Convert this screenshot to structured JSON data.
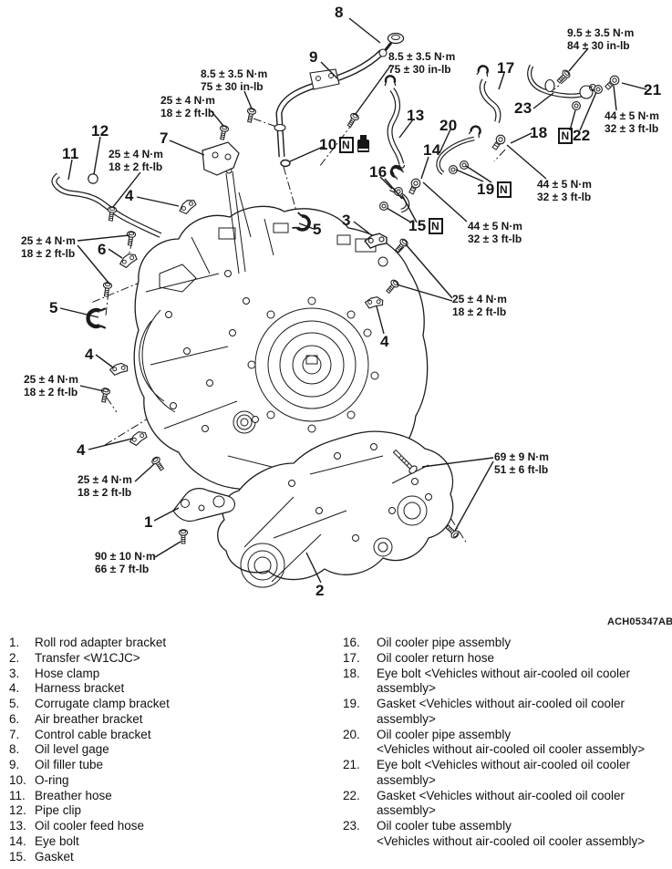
{
  "figure": {
    "code": "ACH05347AB"
  },
  "symbols": {
    "new_part": "N"
  },
  "callouts": {
    "c1": "1",
    "c2": "2",
    "c3": "3",
    "c4": "4",
    "c5": "5",
    "c6": "6",
    "c7": "7",
    "c8": "8",
    "c9": "9",
    "c10": "10",
    "c11": "11",
    "c12": "12",
    "c13": "13",
    "c14": "14",
    "c15": "15",
    "c16": "16",
    "c17": "17",
    "c18": "18",
    "c19": "19",
    "c20": "20",
    "c21": "21",
    "c22": "22",
    "c23": "23"
  },
  "torques": {
    "t25": {
      "metric": "25 ± 4 N·m",
      "alt": "18 ± 2 ft-lb"
    },
    "t85": {
      "metric": "8.5 ± 3.5 N·m",
      "alt": "75 ± 30 in-lb"
    },
    "t95": {
      "metric": "9.5 ± 3.5 N·m",
      "alt": "84 ± 30 in-lb"
    },
    "t44": {
      "metric": "44 ± 5 N·m",
      "alt": "32 ± 3 ft-lb"
    },
    "t90": {
      "metric": "90 ± 10 N·m",
      "alt": "66 ± 7 ft-lb"
    },
    "t69": {
      "metric": "69 ± 9 N·m",
      "alt": "51 ± 6 ft-lb"
    }
  },
  "parts_list": {
    "left": [
      {
        "num": "1.",
        "name": "Roll rod adapter bracket"
      },
      {
        "num": "2.",
        "name": "Transfer <W1CJC>"
      },
      {
        "num": "3.",
        "name": "Hose clamp"
      },
      {
        "num": "4.",
        "name": "Harness bracket"
      },
      {
        "num": "5.",
        "name": "Corrugate clamp bracket"
      },
      {
        "num": "6.",
        "name": "Air breather bracket"
      },
      {
        "num": "7.",
        "name": "Control cable bracket"
      },
      {
        "num": "8.",
        "name": "Oil level gage"
      },
      {
        "num": "9.",
        "name": "Oil filler tube"
      },
      {
        "num": "10.",
        "name": "O-ring"
      },
      {
        "num": "11.",
        "name": "Breather hose"
      },
      {
        "num": "12.",
        "name": "Pipe clip"
      },
      {
        "num": "13.",
        "name": "Oil cooler feed hose"
      },
      {
        "num": "14.",
        "name": "Eye bolt"
      },
      {
        "num": "15.",
        "name": "Gasket"
      }
    ],
    "right": [
      {
        "num": "16.",
        "lines": [
          "Oil cooler pipe assembly"
        ]
      },
      {
        "num": "17.",
        "lines": [
          "Oil cooler return hose"
        ]
      },
      {
        "num": "18.",
        "lines": [
          "Eye bolt <Vehicles without air-cooled oil cooler",
          "assembly>"
        ]
      },
      {
        "num": "19.",
        "lines": [
          "Gasket <Vehicles without air-cooled oil cooler",
          "assembly>"
        ]
      },
      {
        "num": "20.",
        "lines": [
          "Oil cooler pipe assembly",
          "<Vehicles without air-cooled oil cooler assembly>"
        ]
      },
      {
        "num": "21.",
        "lines": [
          "Eye bolt <Vehicles without air-cooled oil cooler",
          "assembly>"
        ]
      },
      {
        "num": "22.",
        "lines": [
          "Gasket <Vehicles without air-cooled oil cooler",
          "assembly>"
        ]
      },
      {
        "num": "23.",
        "lines": [
          "Oil cooler tube assembly",
          "<Vehicles without air-cooled oil cooler assembly>"
        ]
      }
    ]
  }
}
